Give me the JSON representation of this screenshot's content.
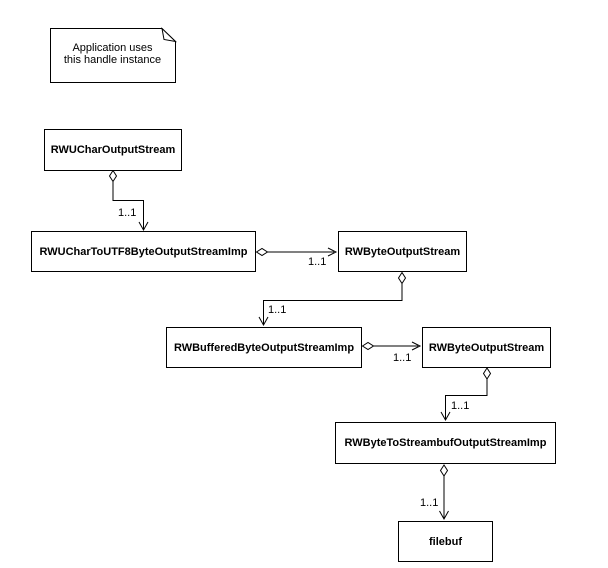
{
  "diagram": {
    "type": "uml-class-diagram",
    "note": {
      "line1": "Application uses",
      "line2": "this handle instance"
    },
    "nodes": [
      {
        "label": "RWUCharOutputStream"
      },
      {
        "label": "RWUCharToUTF8ByteOutputStreamImp"
      },
      {
        "label": "RWByteOutputStream"
      },
      {
        "label": "RWBufferedByteOutputStreamImp"
      },
      {
        "label": "RWByteOutputStream"
      },
      {
        "label": "RWByteToStreambufOutputStreamImp"
      },
      {
        "label": "filebuf"
      }
    ],
    "edges": [
      {
        "from": "RWUCharOutputStream",
        "to": "RWUCharToUTF8ByteOutputStreamImp",
        "type": "aggregation",
        "multiplicity": "1..1"
      },
      {
        "from": "RWUCharToUTF8ByteOutputStreamImp",
        "to": "RWByteOutputStream",
        "type": "aggregation",
        "multiplicity": "1..1"
      },
      {
        "from": "RWByteOutputStream",
        "to": "RWBufferedByteOutputStreamImp",
        "type": "aggregation",
        "multiplicity": "1..1"
      },
      {
        "from": "RWBufferedByteOutputStreamImp",
        "to": "RWByteOutputStream",
        "type": "aggregation",
        "multiplicity": "1..1"
      },
      {
        "from": "RWByteOutputStream",
        "to": "RWByteToStreambufOutputStreamImp",
        "type": "aggregation",
        "multiplicity": "1..1"
      },
      {
        "from": "RWByteToStreambufOutputStreamImp",
        "to": "filebuf",
        "type": "aggregation",
        "multiplicity": "1..1"
      }
    ],
    "colors": {
      "line": "#000000",
      "background": "#ffffff",
      "box_fill": "#ffffff"
    }
  }
}
